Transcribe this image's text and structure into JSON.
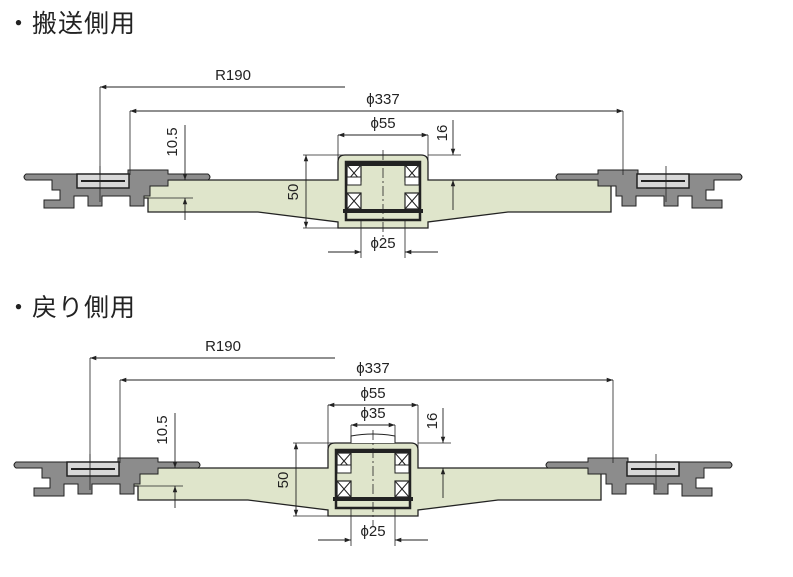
{
  "sections": [
    {
      "heading": "・搬送側用",
      "dims": {
        "r": "R190",
        "d_outer": "ϕ337",
        "d_hub": "ϕ55",
        "d_bore": "ϕ25",
        "h_hub": "16",
        "h_plate": "10.5",
        "h_total": "50"
      }
    },
    {
      "heading": "・戻り側用",
      "dims": {
        "r": "R190",
        "d_outer": "ϕ337",
        "d_hub": "ϕ55",
        "d_shaft": "ϕ35",
        "d_bore": "ϕ25",
        "h_hub": "16",
        "h_plate": "10.5",
        "h_total": "50"
      }
    }
  ],
  "colors": {
    "plate": "#dfe5cb",
    "rail": "#8c8c8c",
    "line": "#222222"
  }
}
